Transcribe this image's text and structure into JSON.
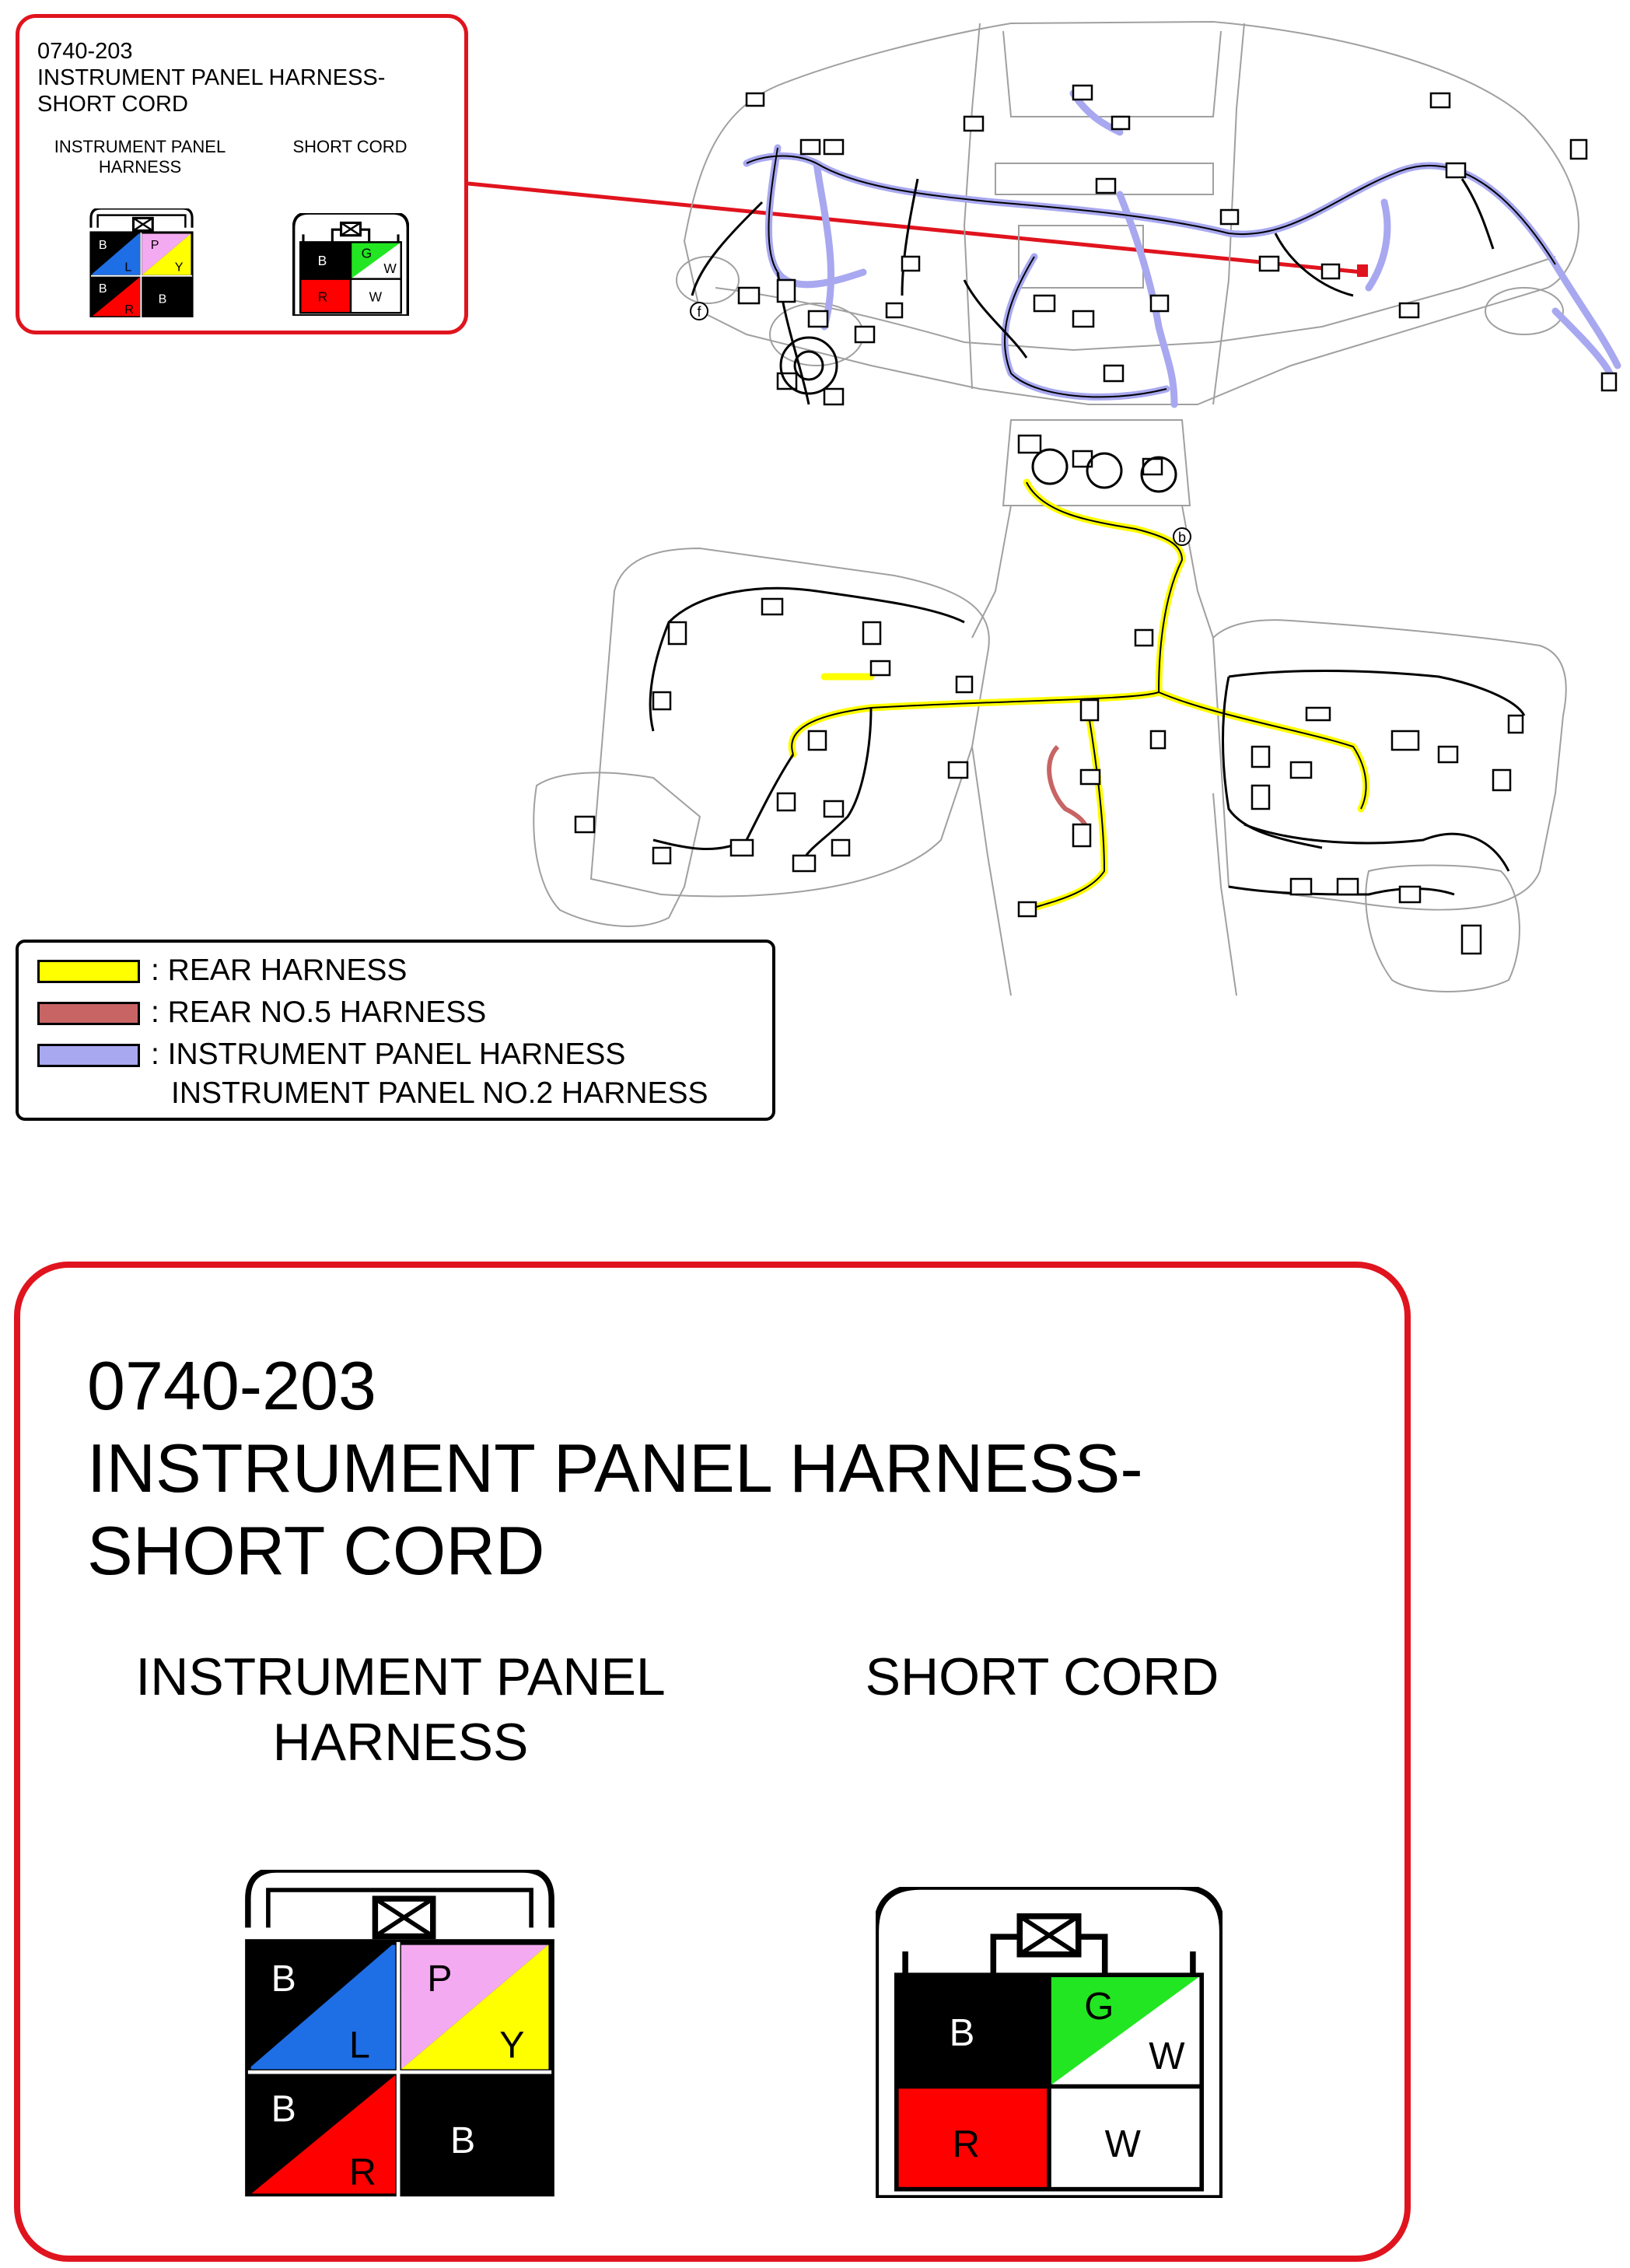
{
  "callout": {
    "part_number": "0740-203",
    "title_line1": "INSTRUMENT PANEL HARNESS-",
    "title_line2": "SHORT CORD",
    "left_connector_label_line1": "INSTRUMENT PANEL",
    "left_connector_label_line2": "HARNESS",
    "right_connector_label": "SHORT CORD"
  },
  "left_connector": {
    "pins": [
      "B",
      "L",
      "P",
      "Y",
      "B",
      "R",
      "B"
    ],
    "colors": {
      "B": "#000000",
      "L": "#1e6ee6",
      "P": "#f4aaf0",
      "Y": "#ffff00",
      "R": "#ff0000"
    }
  },
  "right_connector": {
    "pins": [
      "B",
      "G",
      "W",
      "R",
      "W"
    ],
    "colors": {
      "B": "#000000",
      "G": "#22e622",
      "W": "#ffffff",
      "R": "#ff0000"
    }
  },
  "legend": {
    "items": [
      {
        "color": "#ffff00",
        "label_line1": ": REAR HARNESS",
        "label_line2": ""
      },
      {
        "color": "#c86464",
        "label_line1": ": REAR NO.5 HARNESS",
        "label_line2": ""
      },
      {
        "color": "#a8a8f0",
        "label_line1": ": INSTRUMENT PANEL HARNESS",
        "label_line2": "INSTRUMENT PANEL NO.2 HARNESS"
      }
    ]
  },
  "diagram": {
    "callout_pointer_color": "#e0141e",
    "point_labels": [
      "f",
      "b"
    ],
    "wire_colors": {
      "instrument_panel": "#a8a8f0",
      "rear": "#ffff00",
      "rear_no5": "#c86464",
      "outline": "#000000"
    }
  }
}
